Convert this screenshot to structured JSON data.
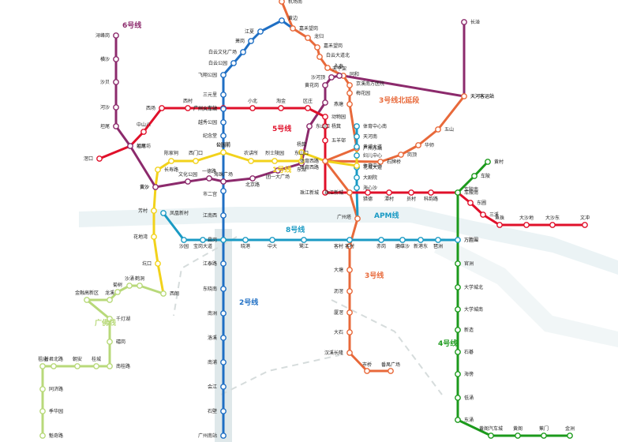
{
  "lines": {
    "l1": {
      "name": "1号线",
      "color": "#f2d21b"
    },
    "l2": {
      "name": "2号线",
      "color": "#1f6fc4"
    },
    "l3": {
      "name": "3号线",
      "color": "#e8693a"
    },
    "l3n": {
      "name": "3号线北延段",
      "color": "#e8693a"
    },
    "l4": {
      "name": "4号线",
      "color": "#1c9a1c"
    },
    "l5": {
      "name": "5号线",
      "color": "#e0102a"
    },
    "l6": {
      "name": "6号线",
      "color": "#8c2a6c"
    },
    "l8": {
      "name": "8号线",
      "color": "#1a9ac4"
    },
    "apm": {
      "name": "APM线",
      "color": "#1a9ac4"
    },
    "gf": {
      "name": "广佛线",
      "color": "#b8d97a"
    }
  },
  "stations": {
    "l2": [
      "嘉禾望岗",
      "黄边",
      "江夏",
      "萧岗",
      "白云文化广场",
      "白云公园",
      "飞翔公园",
      "三元里",
      "广州火车站",
      "越秀公园",
      "纪念堂",
      "公园前",
      "海珠广场",
      "市二宫",
      "江南西",
      "昌岗",
      "江泰路",
      "东晓南",
      "南洲",
      "洛溪",
      "南浦",
      "会江",
      "石壁",
      "广州南站"
    ],
    "l1": [
      "西朗",
      "坑口",
      "花地湾",
      "芳村",
      "黄沙",
      "长寿路",
      "陈家祠",
      "西门口",
      "公园前",
      "农讲所",
      "烈士陵园",
      "东山口",
      "杨箕",
      "体育西路",
      "体育中心",
      "广州东站"
    ],
    "l3": [
      "番禺广场",
      "市桥",
      "汉溪长隆",
      "大石",
      "厦滘",
      "沥滘",
      "大塘",
      "客村",
      "广州塔",
      "珠江新城",
      "体育西路",
      "石牌桥",
      "岗顶",
      "华师",
      "五山",
      "天河客运站"
    ],
    "l3n": [
      "机场南",
      "人和",
      "龙归",
      "嘉禾望岗",
      "白云大道北",
      "永泰",
      "同和",
      "京溪南方医院",
      "梅花园",
      "燕塘",
      "广州东站",
      "林和西",
      "体育西路"
    ],
    "l4": [
      "黄村",
      "车陂",
      "车陂南",
      "万胜围",
      "官洲",
      "大学城北",
      "大学城南",
      "新造",
      "石碁",
      "海傍",
      "低涌",
      "东涌",
      "黄阁汽车城",
      "黄阁",
      "蕉门",
      "金洲"
    ],
    "l5": [
      "滘口",
      "坦尾",
      "中山八",
      "西场",
      "西村",
      "广州火车站",
      "小北",
      "淘金",
      "区庄",
      "动物园",
      "杨箕",
      "五羊邨",
      "珠江新城",
      "猎德",
      "潭村",
      "员村",
      "科韵路",
      "车陂南",
      "东圃",
      "三溪",
      "鱼珠",
      "大沙地",
      "大沙东",
      "文冲"
    ],
    "l6": [
      "浔峰岗",
      "横沙",
      "沙贝",
      "河沙",
      "坦尾",
      "如意坊",
      "黄沙",
      "文化公园",
      "一德路",
      "海珠广场",
      "北京路",
      "团一大广场",
      "东湖",
      "东山口",
      "区庄",
      "黄花岗",
      "沙河顶",
      "天平架",
      "燕塘",
      "天河客运站",
      "长湴"
    ],
    "l8": [
      "凤凰新村",
      "沙园",
      "宝岗大道",
      "昌岗",
      "晓港",
      "中大",
      "鹭江",
      "客村",
      "赤岗",
      "磨碟沙",
      "新港东",
      "琶洲",
      "万胜围"
    ],
    "apm": [
      "林和西",
      "体育中心南",
      "天河南",
      "黄埔大道",
      "妇儿中心",
      "花城大道",
      "大剧院",
      "海心沙",
      "广州塔"
    ],
    "gf": [
      "西朗",
      "鹤洞",
      "沙涌",
      "菊树",
      "龙溪",
      "金融高新区",
      "千灯湖",
      "礌岗",
      "南桂路",
      "桂城",
      "朝安",
      "普君北路",
      "祖庙",
      "同济路",
      "季华园",
      "魁奇路"
    ]
  }
}
